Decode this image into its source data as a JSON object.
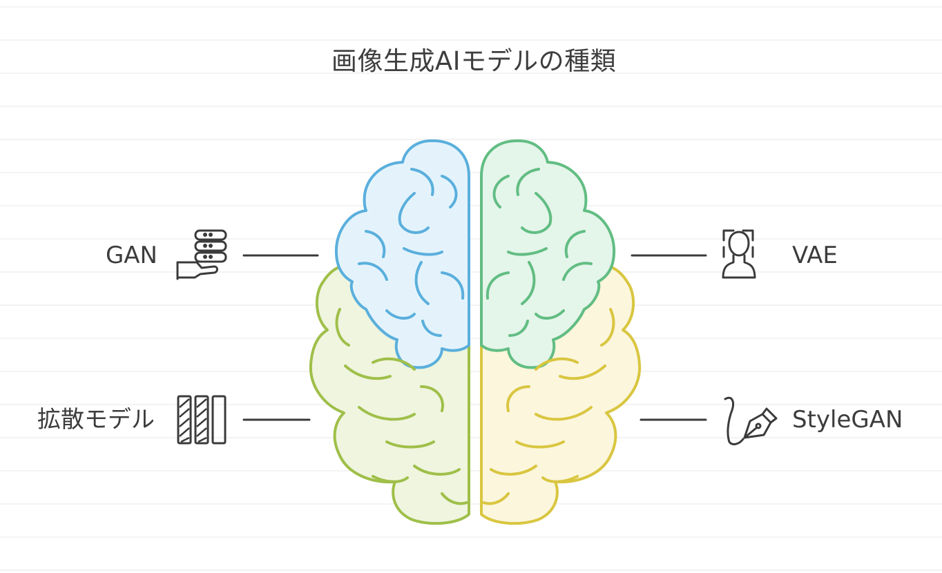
{
  "title": "画像生成AIモデルの種類",
  "colors": {
    "blue_stroke": "#5aafdc",
    "blue_fill": "#e4f3fb",
    "green_stroke": "#62bd83",
    "green_fill": "#e4f5ea",
    "lime_stroke": "#9fbf49",
    "lime_fill": "#eff5df",
    "yellow_stroke": "#d9c640",
    "yellow_fill": "#fbf6dc",
    "connector": "#3a3a3a",
    "grid_line": "#ebebeb"
  },
  "items": [
    {
      "label": "GAN",
      "icon": "server-hand-icon",
      "brain_region": "upper-left-blue"
    },
    {
      "label": "拡散モデル",
      "icon": "striped-bars-icon",
      "brain_region": "lower-left-lime"
    },
    {
      "label": "VAE",
      "icon": "face-scan-icon",
      "brain_region": "upper-right-green"
    },
    {
      "label": "StyleGAN",
      "icon": "pen-nib-icon",
      "brain_region": "lower-right-yellow"
    }
  ]
}
